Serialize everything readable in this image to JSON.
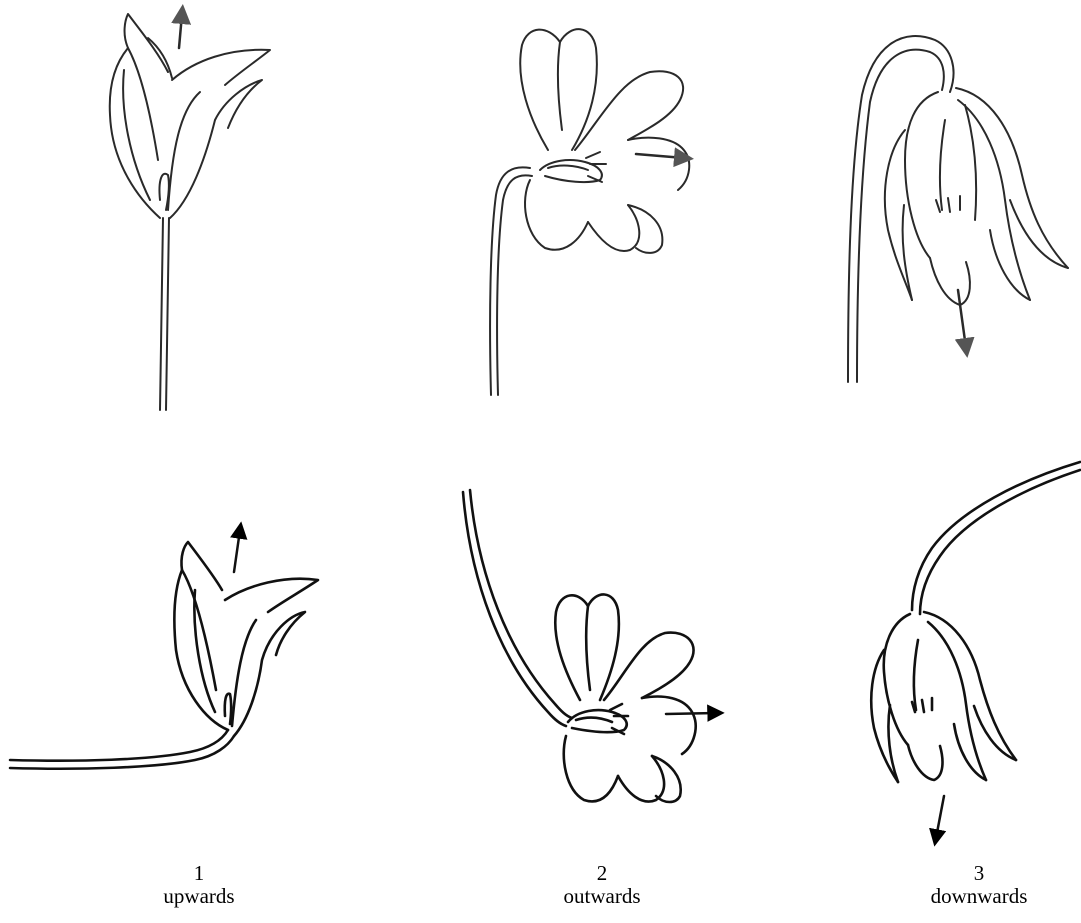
{
  "figure": {
    "orientations": [
      {
        "number": "1",
        "label": "upwards"
      },
      {
        "number": "2",
        "label": "outwards"
      },
      {
        "number": "3",
        "label": "downwards"
      }
    ]
  },
  "colors": {
    "ink": "#111111",
    "arrow_top_row": "#555555",
    "arrow_bottom_row": "#000000",
    "background": "#ffffff"
  }
}
